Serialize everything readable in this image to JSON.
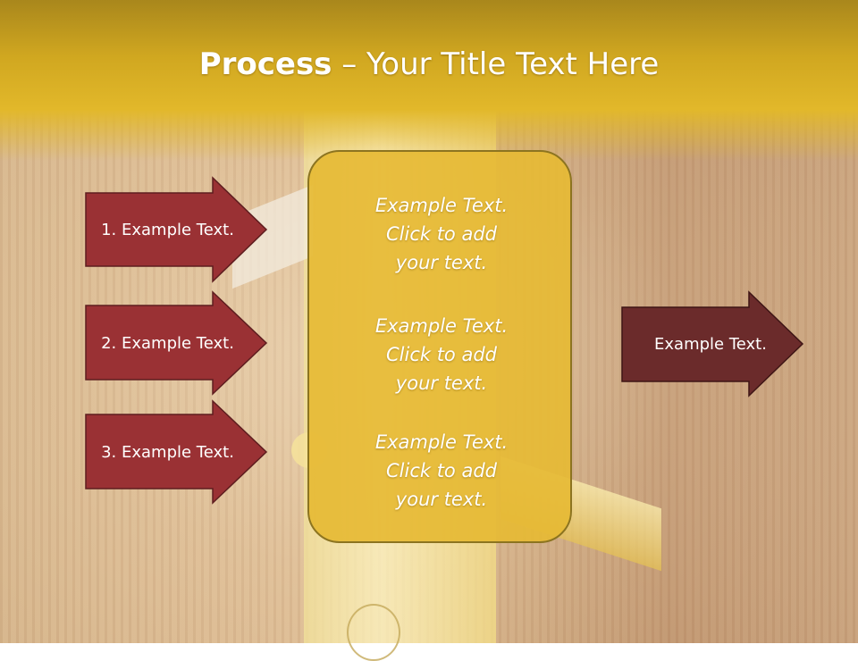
{
  "title": {
    "bold": "Process",
    "rest": " – Your Title Text Here"
  },
  "left_steps": [
    {
      "label": "1. Example Text."
    },
    {
      "label": "2. Example Text."
    },
    {
      "label": "3. Example Text."
    }
  ],
  "center_blocks": [
    {
      "lines": [
        "Example Text.",
        "Click  to add",
        "your text."
      ]
    },
    {
      "lines": [
        "Example Text.",
        "Click  to add",
        "your text."
      ]
    },
    {
      "lines": [
        "Example Text.",
        "Click  to add",
        "your text."
      ]
    }
  ],
  "right_output": {
    "label": "Example Text."
  },
  "colors": {
    "header": "#e2b82a",
    "step_arrow": "#9a3134",
    "output_arrow": "#6b2b2b",
    "center_box": "#e6ba34"
  }
}
